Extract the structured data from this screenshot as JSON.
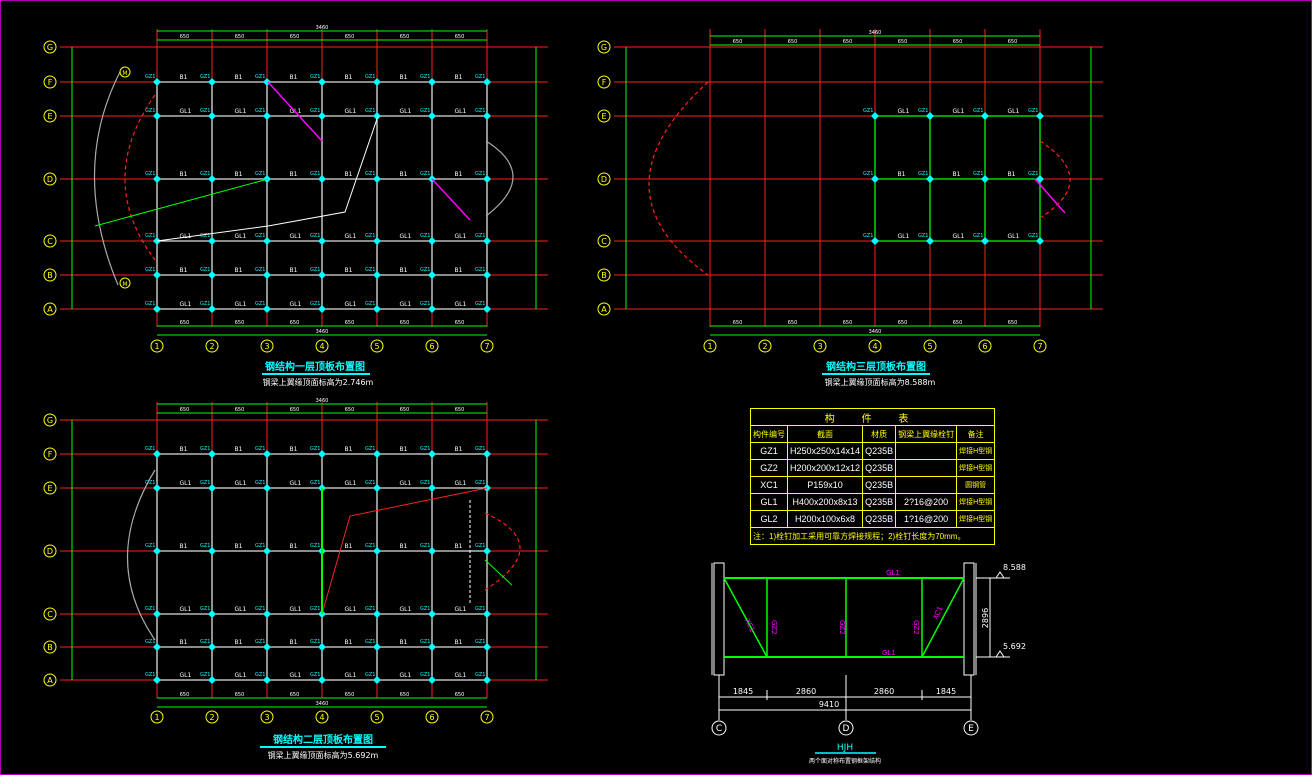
{
  "plans": {
    "p1": {
      "title": "钢结构一层顶板布置图",
      "subtitle": "钢梁上翼缘顶面标高为2.746m",
      "dims": {
        "total": "3460",
        "span": "650"
      }
    },
    "p2": {
      "title": "钢结构二层顶板布置图",
      "subtitle": "钢梁上翼缘顶面标高为5.692m",
      "dims": {
        "total": "3460",
        "span": "650"
      }
    },
    "p3": {
      "title": "钢结构三层顶板布置图",
      "subtitle": "钢梁上翼缘顶面标高为8.588m",
      "dims": {
        "total": "3460",
        "span": "650"
      }
    }
  },
  "axes": {
    "rows": [
      "G",
      "F",
      "E",
      "D",
      "C",
      "B",
      "A"
    ],
    "cols": [
      "1",
      "2",
      "3",
      "4",
      "5",
      "6",
      "7"
    ]
  },
  "member_labels": {
    "gz1": "GZ1",
    "gz2": "GZ2",
    "gl1": "GL1",
    "gl2": "GL2",
    "xc1": "XC1",
    "b1": "B1",
    "m": "M"
  },
  "table": {
    "title": "构 件 表",
    "headers": [
      "构件编号",
      "截面",
      "材质",
      "钢梁上翼缘栓钉",
      "备注"
    ],
    "rows": [
      [
        "GZ1",
        "H250x250x14x14",
        "Q235B",
        "",
        "焊接H型钢"
      ],
      [
        "GZ2",
        "H200x200x12x12",
        "Q235B",
        "",
        "焊接H型钢"
      ],
      [
        "XC1",
        "P159x10",
        "Q235B",
        "",
        "圆钢管"
      ],
      [
        "GL1",
        "H400x200x8x13",
        "Q235B",
        "2?16@200",
        "焊接H型钢"
      ],
      [
        "GL2",
        "H200x100x6x8",
        "Q235B",
        "1?16@200",
        "焊接H型钢"
      ]
    ],
    "note": "注：1)栓钉加工采用可靠方焊接规程；2)栓钉长度为70mm。"
  },
  "elevation": {
    "title": "HJH",
    "subtitle": "两个面对称布置钢框架结构",
    "top_level": "8.588",
    "bottom_level": "5.692",
    "height_dim": "2896",
    "spans": [
      "1845",
      "2860",
      "2860",
      "1845"
    ],
    "total": "9410",
    "axes": [
      "C",
      "D",
      "E"
    ],
    "members": {
      "top": "GL1",
      "bottom": "GL1",
      "diag": "XC1",
      "post": "GZ2",
      "mid": "GZ2"
    }
  }
}
